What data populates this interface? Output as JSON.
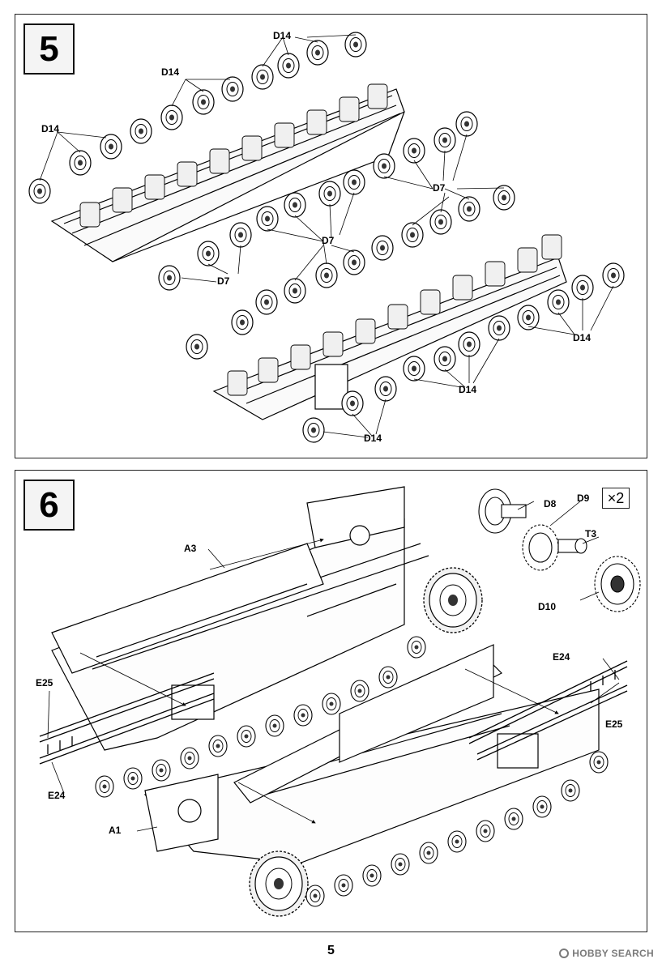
{
  "steps": [
    {
      "number": "5",
      "labels": {
        "d14": "D14",
        "d7": "D7"
      }
    },
    {
      "number": "6",
      "labels": {
        "a3": "A3",
        "a1": "A1",
        "e25": "E25",
        "e24": "E24",
        "d8": "D8",
        "d9": "D9",
        "t3": "T3",
        "d10": "D10"
      },
      "multiplier": "×2"
    }
  ],
  "footer": {
    "page_number": "5",
    "watermark": "HOBBY SEARCH"
  }
}
